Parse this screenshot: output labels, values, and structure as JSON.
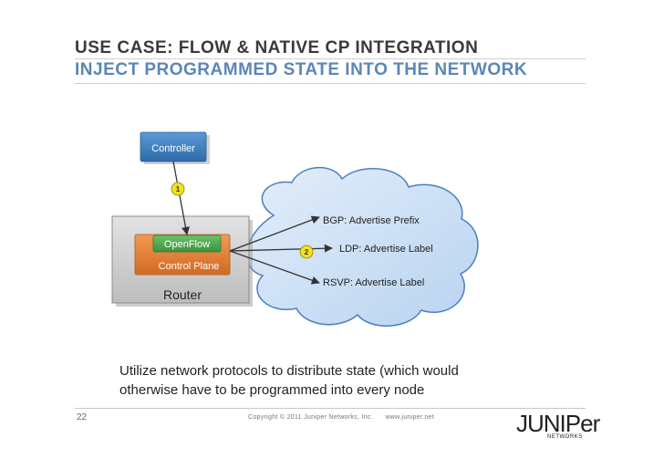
{
  "header": {
    "title": "USE CASE: FLOW & NATIVE CP INTEGRATION",
    "subtitle": "INJECT PROGRAMMED STATE INTO THE NETWORK"
  },
  "diagram": {
    "controller_label": "Controller",
    "openflow_label": "OpenFlow",
    "control_plane_label": "Control Plane",
    "router_label": "Router",
    "step1_label": "1",
    "step2_label": "2",
    "bgp_label": "BGP: Advertise Prefix",
    "ldp_label": "LDP: Advertise Label",
    "rsvp_label": "RSVP: Advertise Label"
  },
  "body": {
    "line1": "Utilize network protocols to distribute state (which would",
    "line2": "otherwise have to be programmed into every node"
  },
  "footer": {
    "page_number": "22",
    "copyright": "Copyright © 2011 Juniper Networks, Inc.",
    "website": "www.juniper.net",
    "logo_text": "JUNIPer",
    "logo_sub": "NETWORKS"
  },
  "colors": {
    "title": "#3a3a3a",
    "subtitle": "#5b86b8",
    "controller": "#3d7fbf",
    "openflow": "#4aa84a",
    "control_plane": "#e07b32",
    "router": "#d0d0d0",
    "cloud": "#cde0f5",
    "badge": "#f2e01f"
  }
}
